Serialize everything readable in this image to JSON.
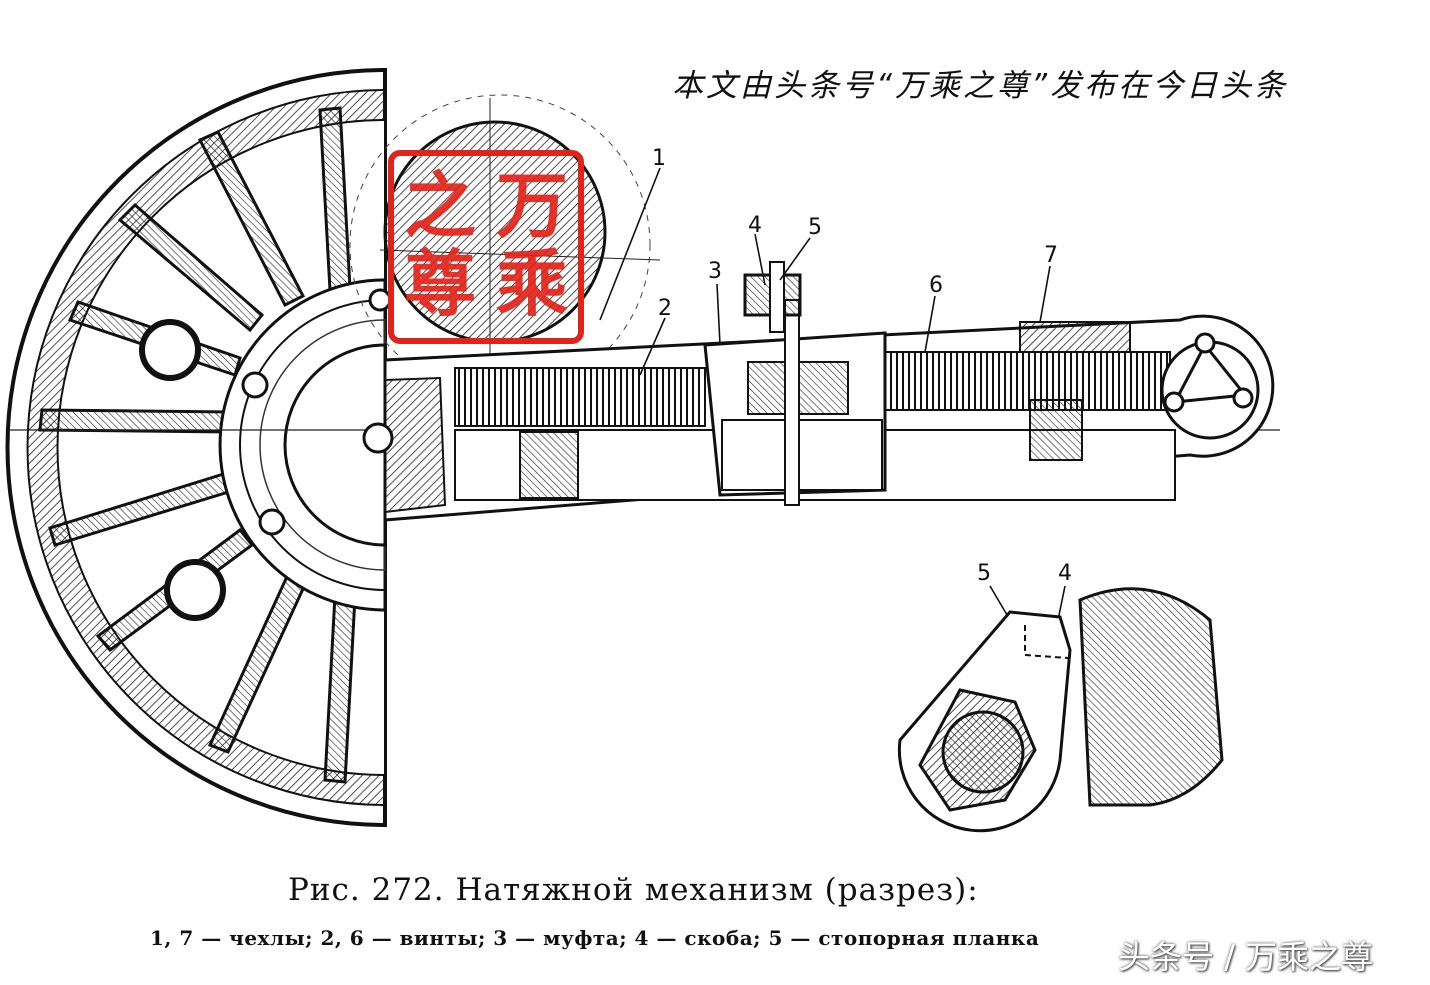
{
  "header_note": "本文由头条号“万乘之尊”发布在今日头条",
  "seal": {
    "chars": [
      "万",
      "乘",
      "之",
      "尊"
    ],
    "color": "#e2231a"
  },
  "part_labels": {
    "label_1": "1",
    "label_2": "2",
    "label_3": "3",
    "label_4_top": "4",
    "label_5_top": "5",
    "label_6": "6",
    "label_7": "7",
    "label_5_detail": "5",
    "label_4_detail": "4"
  },
  "caption": "Рис. 272. Натяжной механизм (разрез):",
  "legend": "1, 7 — чехлы; 2, 6 — винты; 3 — муфта; 4 — скоба; 5 — стопорная планка",
  "watermark": "头条号 / 万乘之尊"
}
